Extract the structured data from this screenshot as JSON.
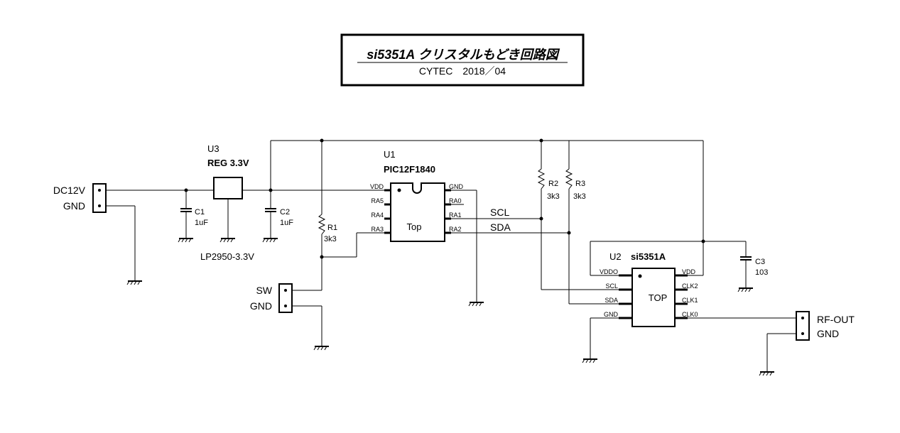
{
  "title": {
    "main": "si5351A クリスタルもどき回路図",
    "sub": "CYTEC　2018／04"
  },
  "labels": {
    "dc12v": "DC12V",
    "gnd_dc": "GND",
    "u3_ref": "U3",
    "u3_val": "REG 3.3V",
    "lp2950": "LP2950-3.3V",
    "c1_ref": "C1",
    "c1_val": "1uF",
    "c2_ref": "C2",
    "c2_val": "1uF",
    "u1_ref": "U1",
    "u1_val": "PIC12F1840",
    "u1_body": "Top",
    "u1_vdd": "VDD",
    "u1_ra5": "RA5",
    "u1_ra4": "RA4",
    "u1_ra3": "RA3",
    "u1_gnd": "GND",
    "u1_ra0": "RA0",
    "u1_ra1": "RA1",
    "u1_ra2": "RA2",
    "r1_ref": "R1",
    "r1_val": "3k3",
    "r2_ref": "R2",
    "r2_val": "3k3",
    "r3_ref": "R3",
    "r3_val": "3k3",
    "scl": "SCL",
    "sda": "SDA",
    "sw": "SW",
    "gnd_sw": "GND",
    "u2_ref": "U2",
    "u2_val": "si5351A",
    "u2_body": "TOP",
    "u2_vddo": "VDDO",
    "u2_scl": "SCL",
    "u2_sda": "SDA",
    "u2_gnd": "GND",
    "u2_vdd": "VDD",
    "u2_clk2": "CLK2",
    "u2_clk1": "CLK1",
    "u2_clk0": "CLK0",
    "c3_ref": "C3",
    "c3_val": "103",
    "rfout": "RF-OUT",
    "gnd_rf": "GND"
  }
}
